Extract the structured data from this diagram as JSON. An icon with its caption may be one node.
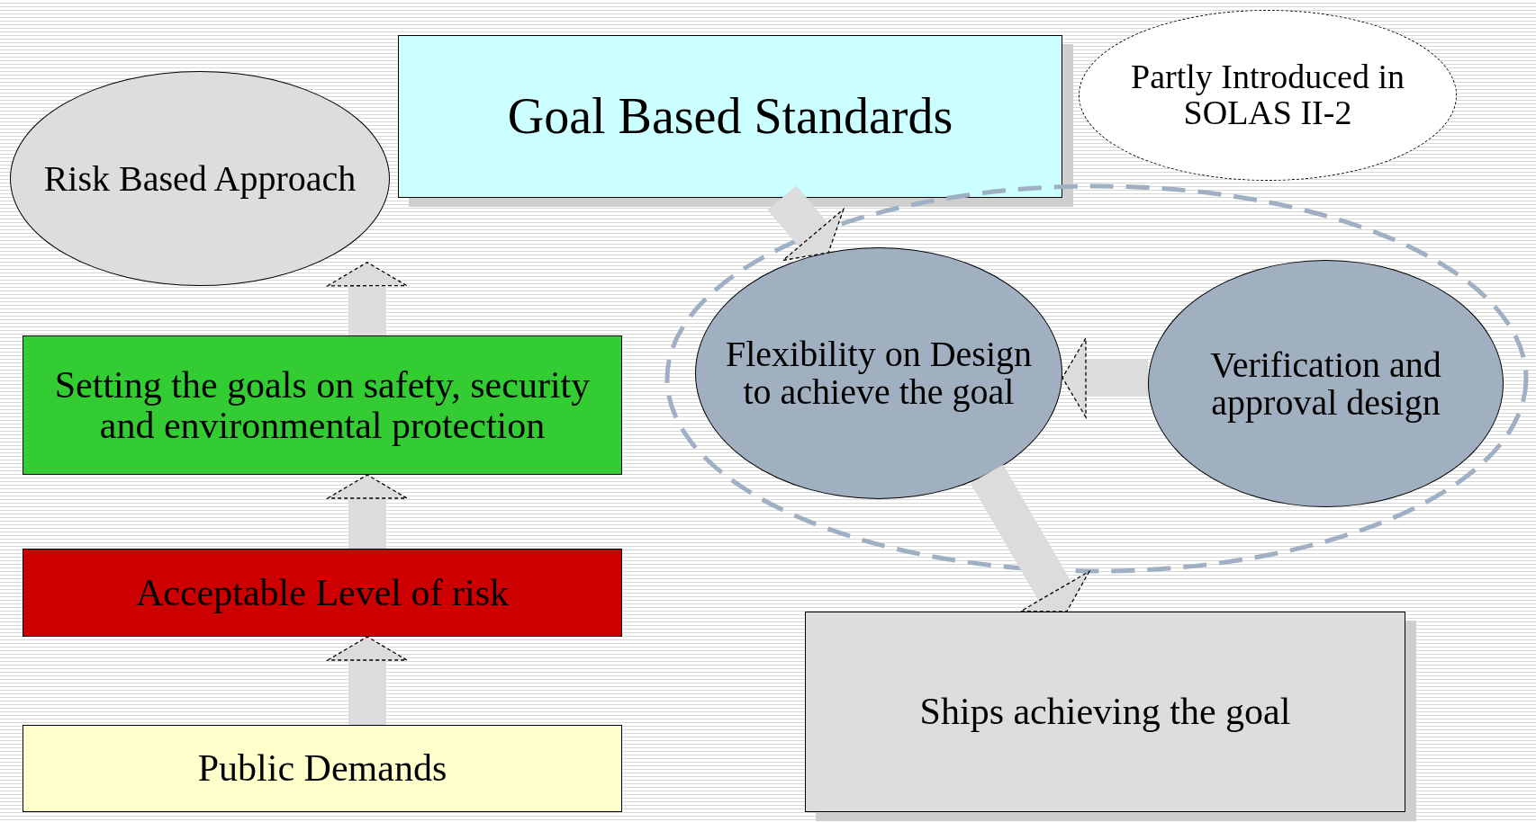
{
  "diagram": {
    "nodes": [
      {
        "text": [
          "Goal Based Standards"
        ]
      },
      {
        "text": [
          "Partly Introduced in SOLAS II-2"
        ]
      },
      {
        "text": [
          "Risk Based Approach"
        ]
      },
      {
        "text": [
          "Setting the goals on safety, security and environmental protection"
        ]
      },
      {
        "text": [
          "Acceptable Level of risk"
        ]
      },
      {
        "text": [
          "Public Demands"
        ]
      },
      {
        "text": [
          "Flexibility on Design to achieve the goal"
        ]
      },
      {
        "text": [
          "Verification and approval design"
        ]
      },
      {
        "text": [
          "Ships achieving the goal"
        ]
      }
    ],
    "edges": [
      {
        "from": 5,
        "to": 4,
        "arrow": "to"
      },
      {
        "from": 4,
        "to": 3,
        "arrow": "to"
      },
      {
        "from": 3,
        "to": 2,
        "arrow": "to"
      },
      {
        "from": 0,
        "to": 6,
        "arrow": "to"
      },
      {
        "from": 7,
        "to": 6,
        "arrow": "to"
      },
      {
        "from": 6,
        "to": 8,
        "arrow": "to"
      }
    ]
  }
}
